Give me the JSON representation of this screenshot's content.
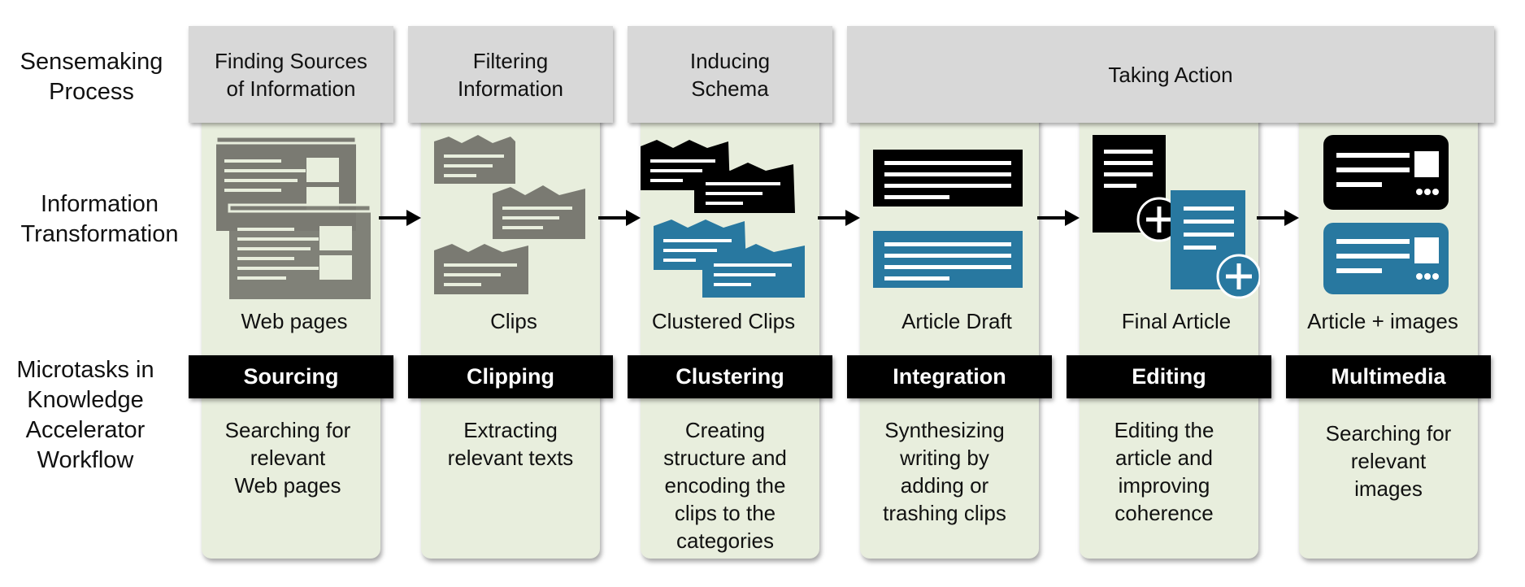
{
  "row_labels": {
    "sensemaking": [
      "Sensemaking",
      "Process"
    ],
    "transformation": [
      "Information",
      "Transformation"
    ],
    "microtasks": [
      "Microtasks in",
      "Knowledge",
      "Accelerator",
      "Workflow"
    ]
  },
  "phases": [
    {
      "lines": [
        "Finding Sources",
        "of Information"
      ]
    },
    {
      "lines": [
        "Filtering",
        "Information"
      ]
    },
    {
      "lines": [
        "Inducing",
        "Schema"
      ]
    },
    {
      "lines": [
        "Taking Action"
      ]
    }
  ],
  "columns": [
    {
      "artifact": "Web pages",
      "task": "Sourcing",
      "desc": [
        "Searching for",
        "relevant",
        "Web pages"
      ],
      "icon": "web-pages-icon"
    },
    {
      "artifact": "Clips",
      "task": "Clipping",
      "desc": [
        "Extracting",
        "relevant texts"
      ],
      "icon": "clips-icon"
    },
    {
      "artifact": "Clustered Clips",
      "task": "Clustering",
      "desc": [
        "Creating",
        "structure and",
        "encoding the",
        "clips to the",
        "categories"
      ],
      "icon": "clustered-clips-icon"
    },
    {
      "artifact": "Article Draft",
      "task": "Integration",
      "desc": [
        "Synthesizing",
        "writing by",
        "adding or",
        "trashing clips"
      ],
      "icon": "article-draft-icon"
    },
    {
      "artifact": "Final Article",
      "task": "Editing",
      "desc": [
        "Editing the",
        "article and",
        "improving",
        "coherence"
      ],
      "icon": "final-article-icon"
    },
    {
      "artifact": "Article + images",
      "task": "Multimedia",
      "desc": [
        "Searching for",
        "relevant",
        "images"
      ],
      "icon": "article-images-icon"
    }
  ],
  "colors": {
    "column_bg": "#e8eedd",
    "header_bg": "#d8d8d8",
    "task_bg": "#000000",
    "accent_blue": "#2878a0",
    "gray_icon": "#7a7a72"
  }
}
